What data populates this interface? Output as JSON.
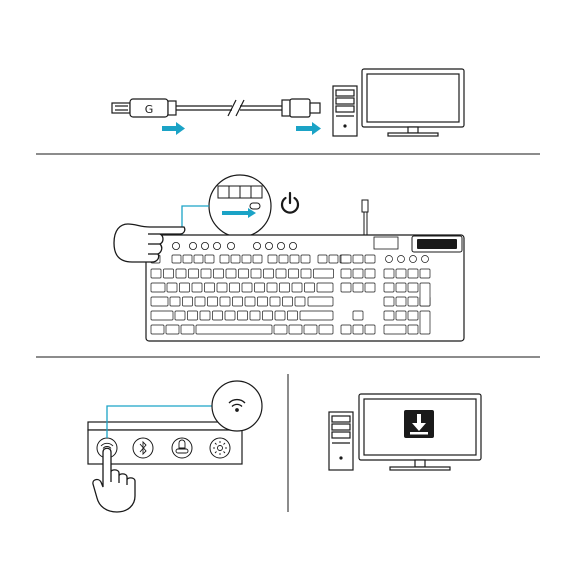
{
  "colors": {
    "accent": "#1ba3c6",
    "line": "#1a1a1a",
    "background": "#ffffff",
    "screen_icon_fill": "#1a1a1a"
  },
  "panels": [
    {
      "id": "connect-receiver",
      "description_icons": [
        "usb-cable-icon",
        "arrow-icon",
        "pc-tower-icon",
        "monitor-icon"
      ]
    },
    {
      "id": "power-on",
      "description_icons": [
        "hand-pointer-icon",
        "power-switch-icon",
        "power-icon",
        "keyboard-icon"
      ]
    },
    {
      "id": "select-wireless",
      "description_icons": [
        "wifi-icon",
        "bluetooth-icon",
        "game-mode-icon",
        "brightness-icon",
        "hand-press-icon"
      ]
    },
    {
      "id": "software-download",
      "description_icons": [
        "pc-tower-icon",
        "monitor-icon",
        "download-icon"
      ]
    }
  ],
  "labels": {
    "usb_logo": "G"
  }
}
